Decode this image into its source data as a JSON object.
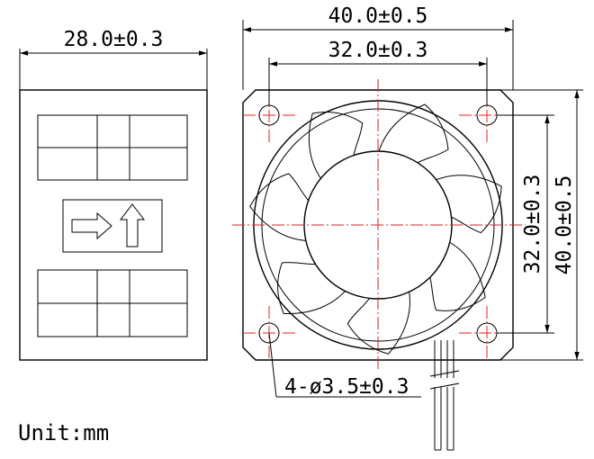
{
  "dimensions": {
    "side_width": "28.0±0.3",
    "overall_width": "40.0±0.5",
    "hole_spacing_width": "32.0±0.3",
    "hole_spacing_height": "32.0±0.3",
    "overall_height": "40.0±0.5",
    "hole_diameter": "4-ø3.5±0.3"
  },
  "unit_label": "Unit:mm",
  "colors": {
    "line": "#000000",
    "centerline": "#e0201f"
  },
  "icons": {
    "airflow_arrow": "arrow-right-icon",
    "rotation_arrow": "arrow-up-icon"
  }
}
